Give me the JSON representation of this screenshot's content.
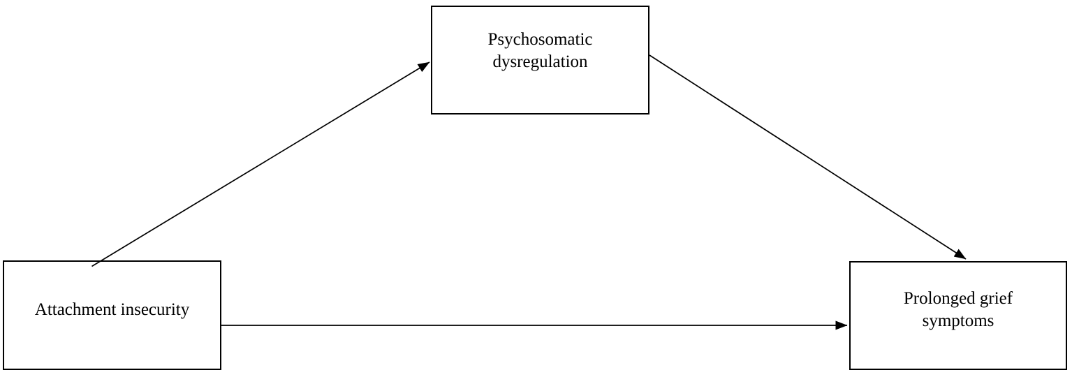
{
  "figure": {
    "background": "#ffffff",
    "line_color": "#000000",
    "nodes": {
      "predictor": {
        "label": "Attachment insecurity"
      },
      "mediator": {
        "label": "Psychosomatic dysregulation"
      },
      "outcome": {
        "label": "Prolonged grief symptoms"
      }
    },
    "edges": [
      {
        "from": "Attachment insecurity",
        "to": "Psychosomatic dysregulation",
        "style": "arrow"
      },
      {
        "from": "Psychosomatic dysregulation",
        "to": "Prolonged grief symptoms",
        "style": "arrow"
      },
      {
        "from": "Attachment insecurity",
        "to": "Prolonged grief symptoms",
        "style": "arrow"
      }
    ]
  }
}
